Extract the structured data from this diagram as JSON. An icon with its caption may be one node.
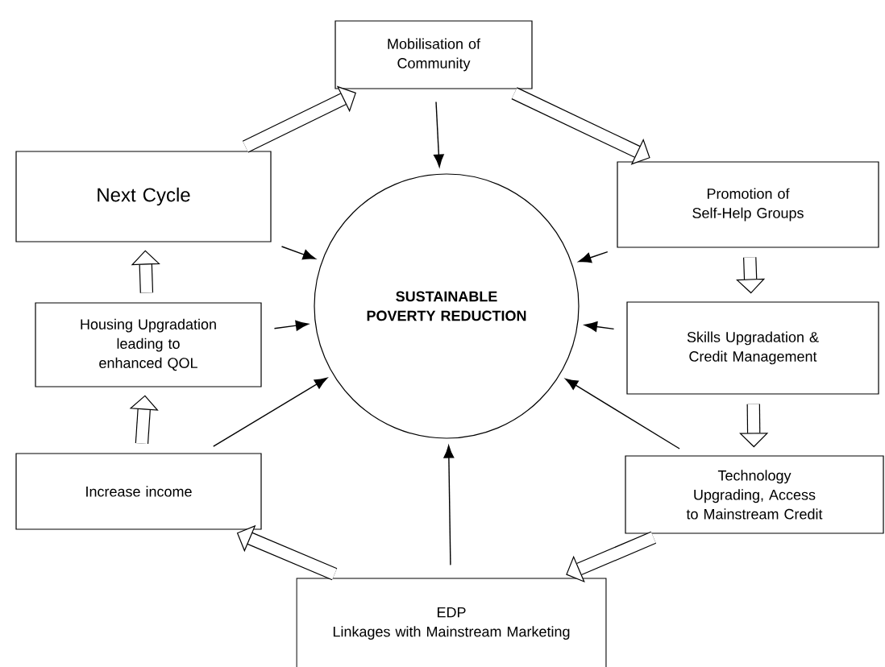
{
  "diagram": {
    "nodes": [
      {
        "text": [
          "Mobilisation of Community"
        ]
      },
      {
        "text": [
          "Next Cycle"
        ]
      },
      {
        "text": [
          "Promotion of Self-Help Groups"
        ]
      },
      {
        "text": [
          "SUSTAINABLE POVERTY REDUCTION"
        ]
      },
      {
        "text": [
          "Housing Upgradation leading to enhanced QOL"
        ]
      },
      {
        "text": [
          "Skills Upgradation & Credit Management"
        ]
      },
      {
        "text": [
          "Increase income"
        ]
      },
      {
        "text": [
          "Technology Upgrading, Access to Mainstream Credit"
        ]
      },
      {
        "text": [
          "EDP",
          "Linkages with Mainstream Marketing"
        ]
      }
    ],
    "edges": [
      {
        "from": 0,
        "to": 3,
        "arrow": "to"
      },
      {
        "from": 1,
        "to": 3,
        "arrow": "to"
      },
      {
        "from": 2,
        "to": 3,
        "arrow": "to"
      },
      {
        "from": 4,
        "to": 3,
        "arrow": "to"
      },
      {
        "from": 5,
        "to": 3,
        "arrow": "to"
      },
      {
        "from": 6,
        "to": 3,
        "arrow": "to"
      },
      {
        "from": 7,
        "to": 3,
        "arrow": "to"
      },
      {
        "from": 8,
        "to": 3,
        "arrow": "to"
      },
      {
        "from": 1,
        "to": 0,
        "arrow": "to",
        "style": "thick"
      },
      {
        "from": 0,
        "to": 2,
        "arrow": "to",
        "style": "thick"
      },
      {
        "from": 2,
        "to": 5,
        "arrow": "to",
        "style": "thick"
      },
      {
        "from": 5,
        "to": 7,
        "arrow": "to",
        "style": "thick"
      },
      {
        "from": 7,
        "to": 8,
        "arrow": "to",
        "style": "thick"
      },
      {
        "from": 8,
        "to": 6,
        "arrow": "to",
        "style": "thick"
      },
      {
        "from": 6,
        "to": 4,
        "arrow": "to",
        "style": "thick"
      },
      {
        "from": 4,
        "to": 1,
        "arrow": "to",
        "style": "thick"
      }
    ]
  }
}
